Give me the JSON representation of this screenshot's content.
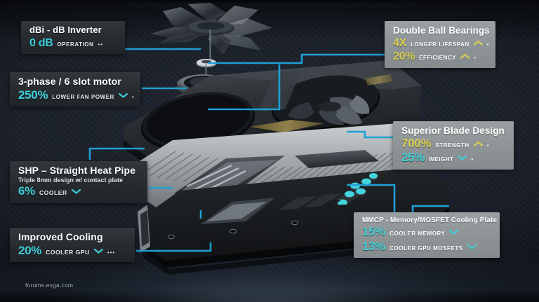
{
  "image": {
    "subject": "Exploded view of a GeForce GTX graphics card cooler assembly",
    "watermark": "forums.evga.com"
  },
  "colors": {
    "accent_cyan": "#3fd0d8",
    "accent_gold": "#d9cf52",
    "panel_dark": "#2b2f34",
    "panel_light": "#92989a",
    "background": "#1b212b",
    "connector_line": "#1f9fd4"
  },
  "callouts": [
    {
      "id": "dbi-inverter",
      "style": "dark",
      "title": "dBi - dB Inverter",
      "subtitle": "",
      "stats": [
        {
          "value": "0 dB",
          "label": "OPERATION",
          "color": "cyan",
          "trend": "none",
          "dots": "••"
        }
      ]
    },
    {
      "id": "three-phase-motor",
      "style": "dark",
      "title": "3-phase / 6 slot motor",
      "subtitle": "",
      "stats": [
        {
          "value": "250%",
          "label": "LOWER FAN POWER",
          "color": "cyan",
          "trend": "down",
          "dots": "•"
        }
      ]
    },
    {
      "id": "straight-heat-pipe",
      "style": "dark",
      "title": "SHP – Straight Heat Pipe",
      "subtitle": "Triple 8mm design w/ contact plate",
      "stats": [
        {
          "value": "6%",
          "label": "COOLER",
          "color": "cyan",
          "trend": "down",
          "dots": ""
        }
      ]
    },
    {
      "id": "improved-cooling",
      "style": "dark",
      "title": "Improved Cooling",
      "subtitle": "",
      "stats": [
        {
          "value": "20%",
          "label": "COOLER GPU",
          "color": "cyan",
          "trend": "down",
          "dots": "•••"
        }
      ]
    },
    {
      "id": "double-ball-bearings",
      "style": "light",
      "title": "Double Ball Bearings",
      "subtitle": "",
      "stats": [
        {
          "value": "4X",
          "label": "LONGER LIFESPAN",
          "color": "gold",
          "trend": "up",
          "dots": "•"
        },
        {
          "value": "20%",
          "label": "EFFICIENCY",
          "color": "gold",
          "trend": "up",
          "dots": "•"
        }
      ]
    },
    {
      "id": "superior-blade-design",
      "style": "light",
      "title": "Superior Blade Design",
      "subtitle": "",
      "stats": [
        {
          "value": "700%",
          "label": "STRENGTH",
          "color": "gold",
          "trend": "up",
          "dots": "•"
        },
        {
          "value": "25%",
          "label": "WEIGHT",
          "color": "cyan",
          "trend": "down",
          "dots": "•"
        }
      ]
    },
    {
      "id": "mmcp-cooling-plate",
      "style": "light",
      "title": "MMCP - Memory/MOSFET Cooling Plate",
      "subtitle": "",
      "stats": [
        {
          "value": "15%",
          "label": "COOLER MEMORY",
          "color": "cyan",
          "trend": "down",
          "dots": ""
        },
        {
          "value": "13%",
          "label": "COOLER GPU MOSFETS",
          "color": "cyan",
          "trend": "down",
          "dots": ""
        }
      ]
    }
  ]
}
